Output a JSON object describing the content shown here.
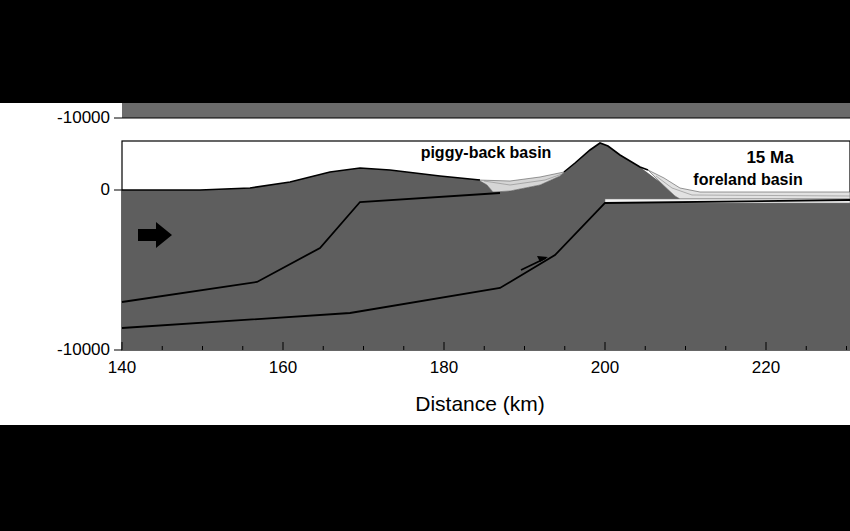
{
  "diagram": {
    "labels": [
      "-10000",
      "0",
      "-10000",
      "140",
      "160",
      "180",
      "200",
      "220",
      "Distance (km)",
      "piggy-back basin",
      "15 Ma",
      "foreland basin"
    ]
  }
}
